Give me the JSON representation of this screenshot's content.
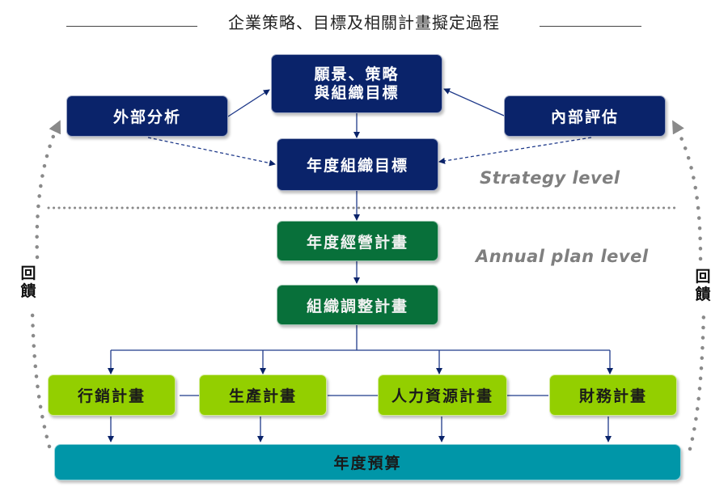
{
  "title": "企業策略、目標及相關計畫擬定過程",
  "colors": {
    "navy": "#0a236a",
    "dark_green": "#08703a",
    "lime": "#93cf00",
    "teal": "#0096a8",
    "connector": "#1f3a8a",
    "feedback_dots": "#8a8a8a",
    "level_text": "#7f7f7f"
  },
  "strategy": {
    "vision": [
      "願景、策略",
      "與組織目標"
    ],
    "external": "外部分析",
    "internal": "內部評估",
    "annual_goal": "年度組織目標",
    "level_label": "Strategy level"
  },
  "annual": {
    "operating_plan": "年度經營計畫",
    "org_adjust_plan": "組織調整計畫",
    "level_label": "Annual plan level",
    "plans": [
      "行銷計畫",
      "生產計畫",
      "人力資源計畫",
      "財務計畫"
    ],
    "budget": "年度預算"
  },
  "feedback": {
    "left": [
      "回",
      "饋"
    ],
    "right": [
      "回",
      "饋"
    ]
  }
}
